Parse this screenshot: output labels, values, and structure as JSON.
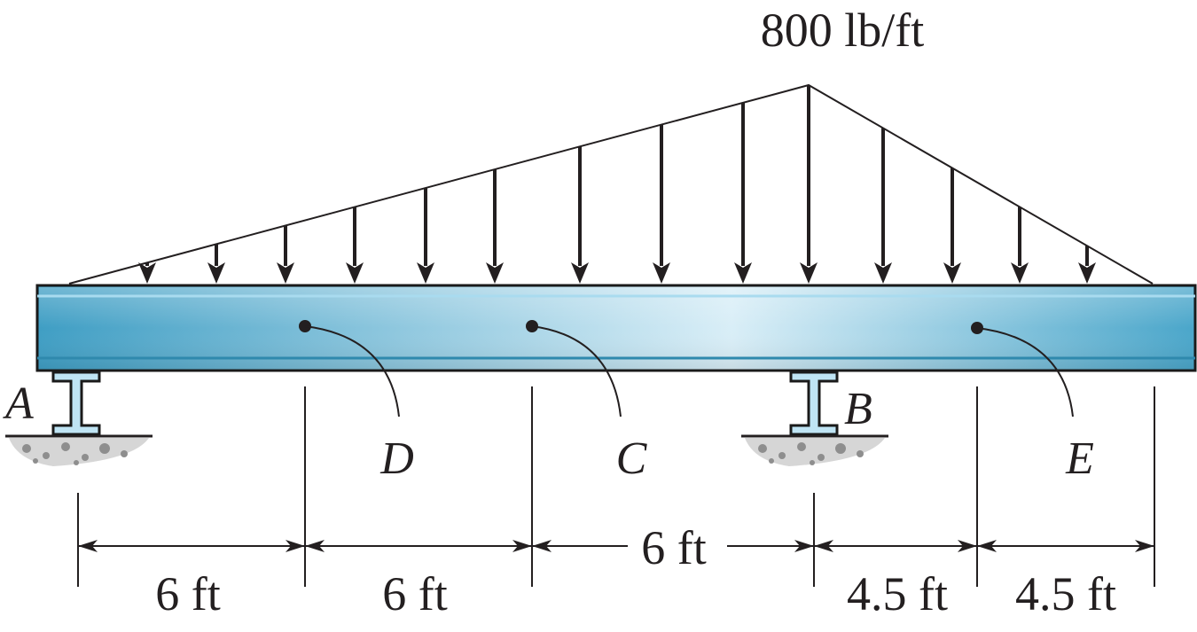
{
  "load": {
    "label": "800 lb/ft",
    "distribution": "linearly increasing from A end to the point above B, then linearly decreasing to the right end",
    "peak_intensity": 800,
    "unit": "lb/ft"
  },
  "points": {
    "A": "A",
    "B": "B",
    "C": "C",
    "D": "D",
    "E": "E"
  },
  "dimensions": [
    {
      "label": "6 ft"
    },
    {
      "label": "6 ft"
    },
    {
      "label": "6 ft"
    },
    {
      "label": "4.5 ft"
    },
    {
      "label": "4.5 ft"
    }
  ],
  "colors": {
    "ink": "#231f20",
    "beam_dark": "#3f9ec4",
    "beam_light": "#d9eef7",
    "beam_edge": "#1a1a1a",
    "support_fill": "#bfe4f4",
    "ground": "#c9c9c9"
  }
}
